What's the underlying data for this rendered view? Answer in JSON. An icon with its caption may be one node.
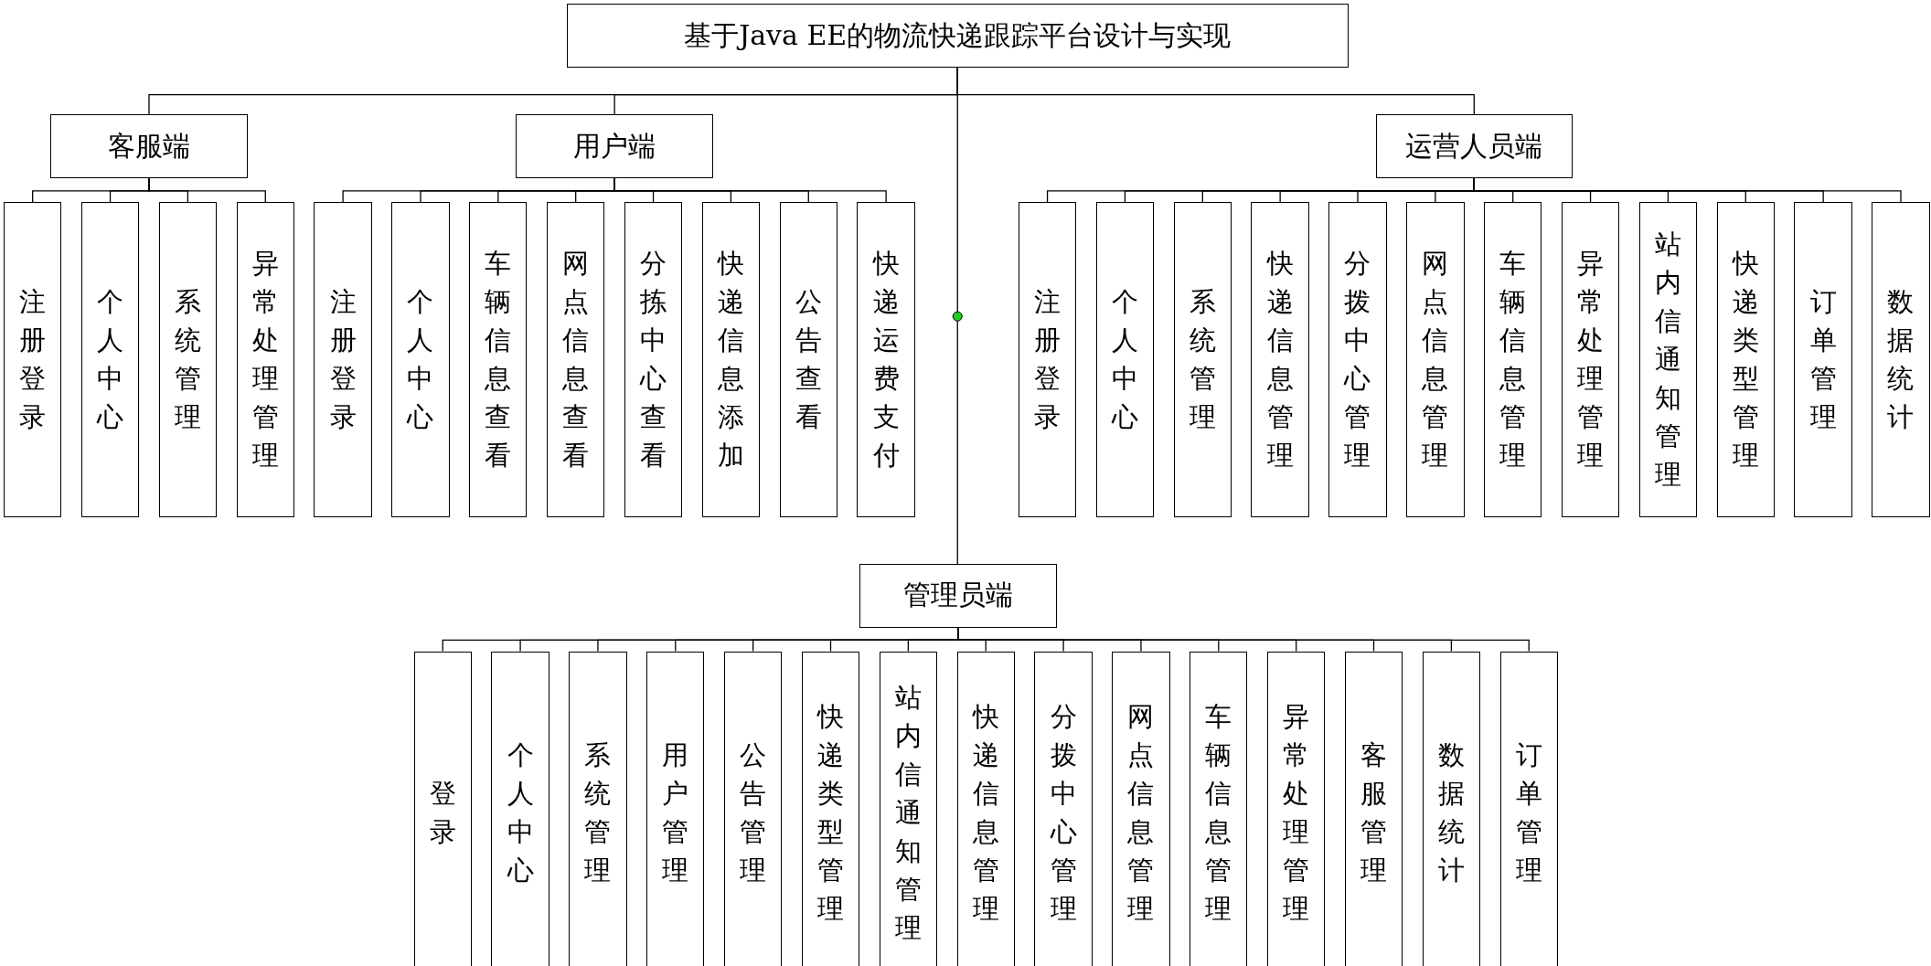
{
  "diagram": {
    "nodes": [
      {
        "text": [
          "基于Java EE的物流快递跟踪平台设计与实现"
        ]
      },
      {
        "text": [
          "客服端"
        ]
      },
      {
        "text": [
          "注册登录"
        ]
      },
      {
        "text": [
          "个人中心"
        ]
      },
      {
        "text": [
          "系统管理"
        ]
      },
      {
        "text": [
          "异常处理管理"
        ]
      },
      {
        "text": [
          "用户端"
        ]
      },
      {
        "text": [
          "注册登录"
        ]
      },
      {
        "text": [
          "个人中心"
        ]
      },
      {
        "text": [
          "车辆信息查看"
        ]
      },
      {
        "text": [
          "网点信息查看"
        ]
      },
      {
        "text": [
          "分拣中心查看"
        ]
      },
      {
        "text": [
          "快递信息添加"
        ]
      },
      {
        "text": [
          "公告查看"
        ]
      },
      {
        "text": [
          "快递运费支付"
        ]
      },
      {
        "text": [
          "运营人员端"
        ]
      },
      {
        "text": [
          "注册登录"
        ]
      },
      {
        "text": [
          "个人中心"
        ]
      },
      {
        "text": [
          "系统管理"
        ]
      },
      {
        "text": [
          "快递信息管理"
        ]
      },
      {
        "text": [
          "分拨中心管理"
        ]
      },
      {
        "text": [
          "网点信息管理"
        ]
      },
      {
        "text": [
          "车辆信息管理"
        ]
      },
      {
        "text": [
          "异常处理管理"
        ]
      },
      {
        "text": [
          "站内信通知管理"
        ]
      },
      {
        "text": [
          "快递类型管理"
        ]
      },
      {
        "text": [
          "订单管理"
        ]
      },
      {
        "text": [
          "数据统计"
        ]
      },
      {
        "text": [
          "管理员端"
        ]
      },
      {
        "text": [
          "登录"
        ]
      },
      {
        "text": [
          "个人中心"
        ]
      },
      {
        "text": [
          "系统管理"
        ]
      },
      {
        "text": [
          "用户管理"
        ]
      },
      {
        "text": [
          "公告管理"
        ]
      },
      {
        "text": [
          "快递类型管理"
        ]
      },
      {
        "text": [
          "站内信通知管理"
        ]
      },
      {
        "text": [
          "快递信息管理"
        ]
      },
      {
        "text": [
          "分拨中心管理"
        ]
      },
      {
        "text": [
          "网点信息管理"
        ]
      },
      {
        "text": [
          "车辆信息管理"
        ]
      },
      {
        "text": [
          "异常处理管理"
        ]
      },
      {
        "text": [
          "客服管理"
        ]
      },
      {
        "text": [
          "数据统计"
        ]
      },
      {
        "text": [
          "订单管理"
        ]
      }
    ],
    "edges": [
      {
        "from": 0,
        "to": 1,
        "arrow": "none"
      },
      {
        "from": 0,
        "to": 6,
        "arrow": "none"
      },
      {
        "from": 0,
        "to": 15,
        "arrow": "none"
      },
      {
        "from": 0,
        "to": 28,
        "arrow": "none"
      },
      {
        "from": 1,
        "to": 2,
        "arrow": "none"
      },
      {
        "from": 1,
        "to": 3,
        "arrow": "none"
      },
      {
        "from": 1,
        "to": 4,
        "arrow": "none"
      },
      {
        "from": 1,
        "to": 5,
        "arrow": "none"
      },
      {
        "from": 6,
        "to": 7,
        "arrow": "none"
      },
      {
        "from": 6,
        "to": 8,
        "arrow": "none"
      },
      {
        "from": 6,
        "to": 9,
        "arrow": "none"
      },
      {
        "from": 6,
        "to": 10,
        "arrow": "none"
      },
      {
        "from": 6,
        "to": 11,
        "arrow": "none"
      },
      {
        "from": 6,
        "to": 12,
        "arrow": "none"
      },
      {
        "from": 6,
        "to": 13,
        "arrow": "none"
      },
      {
        "from": 6,
        "to": 14,
        "arrow": "none"
      },
      {
        "from": 15,
        "to": 16,
        "arrow": "none"
      },
      {
        "from": 15,
        "to": 17,
        "arrow": "none"
      },
      {
        "from": 15,
        "to": 18,
        "arrow": "none"
      },
      {
        "from": 15,
        "to": 19,
        "arrow": "none"
      },
      {
        "from": 15,
        "to": 20,
        "arrow": "none"
      },
      {
        "from": 15,
        "to": 21,
        "arrow": "none"
      },
      {
        "from": 15,
        "to": 22,
        "arrow": "none"
      },
      {
        "from": 15,
        "to": 23,
        "arrow": "none"
      },
      {
        "from": 15,
        "to": 24,
        "arrow": "none"
      },
      {
        "from": 15,
        "to": 25,
        "arrow": "none"
      },
      {
        "from": 15,
        "to": 26,
        "arrow": "none"
      },
      {
        "from": 15,
        "to": 27,
        "arrow": "none"
      },
      {
        "from": 28,
        "to": 29,
        "arrow": "none"
      },
      {
        "from": 28,
        "to": 30,
        "arrow": "none"
      },
      {
        "from": 28,
        "to": 31,
        "arrow": "none"
      },
      {
        "from": 28,
        "to": 32,
        "arrow": "none"
      },
      {
        "from": 28,
        "to": 33,
        "arrow": "none"
      },
      {
        "from": 28,
        "to": 34,
        "arrow": "none"
      },
      {
        "from": 28,
        "to": 35,
        "arrow": "none"
      },
      {
        "from": 28,
        "to": 36,
        "arrow": "none"
      },
      {
        "from": 28,
        "to": 37,
        "arrow": "none"
      },
      {
        "from": 28,
        "to": 38,
        "arrow": "none"
      },
      {
        "from": 28,
        "to": 39,
        "arrow": "none"
      },
      {
        "from": 28,
        "to": 40,
        "arrow": "none"
      },
      {
        "from": 28,
        "to": 41,
        "arrow": "none"
      },
      {
        "from": 28,
        "to": 42,
        "arrow": "none"
      },
      {
        "from": 28,
        "to": 43,
        "arrow": "none"
      }
    ]
  }
}
